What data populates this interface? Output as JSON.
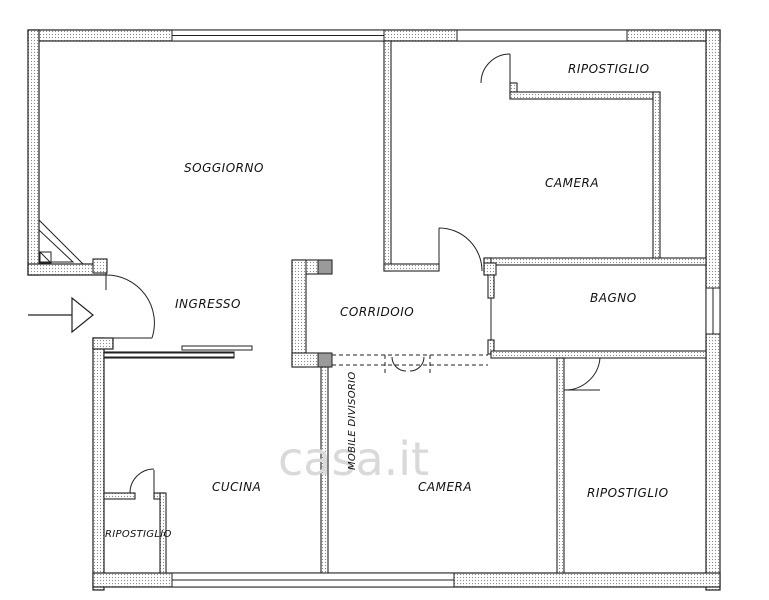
{
  "plan": {
    "rooms": {
      "soggiorno": "SOGGIORNO",
      "camera_top": "CAMERA",
      "ripostiglio_top": "RIPOSTIGLIO",
      "ingresso": "INGRESSO",
      "corridoio": "CORRIDOIO",
      "bagno": "BAGNO",
      "cucina": "CUCINA",
      "ripostiglio_small": "RIPOSTIGLIO",
      "camera_bottom": "CAMERA",
      "ripostiglio_bottom": "RIPOSTIGLIO"
    },
    "mobile_divisorio": "MOBILE DIVISORIO",
    "watermark": "casa.it",
    "entrance_icon": "arrow-right-icon"
  }
}
